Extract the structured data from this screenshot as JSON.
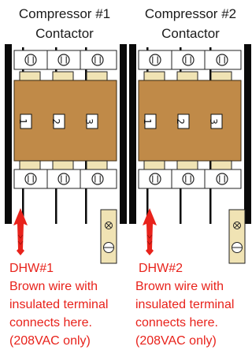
{
  "contactors": [
    {
      "title_line1": "Compressor #1",
      "title_line2": "Contactor",
      "terminal_numbers": [
        "1",
        "2",
        "3"
      ]
    },
    {
      "title_line1": "Compressor #2",
      "title_line2": "Contactor",
      "terminal_numbers": [
        "1",
        "2",
        "3"
      ]
    }
  ],
  "notes": [
    {
      "label": "DHW#1",
      "lines": [
        "Brown wire with",
        "insulated terminal",
        "connects here.",
        "(208VAC only)"
      ]
    },
    {
      "label": "DHW#2",
      "lines": [
        "Brown wire with",
        "insulated terminal",
        "connects here.",
        "(208VAC only)"
      ]
    }
  ],
  "colors": {
    "contactor_body": "#c08a48",
    "terminal_plate": "#f0e3b4",
    "arrow": "#e8221b",
    "annotation_text": "#e8221b",
    "frame": "#0a0a0a"
  },
  "icons": {
    "terminal_screw": "slotted-screw-icon",
    "ground_block_top": "ground-symbol-icon",
    "ground_block_bottom": "slotted-screw-icon",
    "arrow": "red-arrow-up-icon"
  }
}
